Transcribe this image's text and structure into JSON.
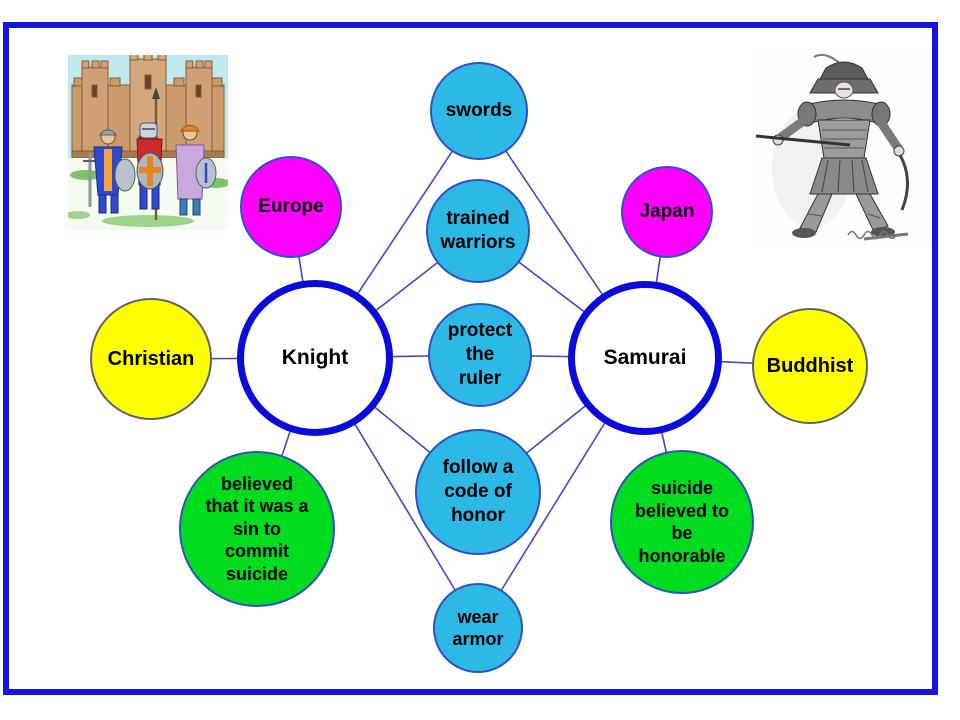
{
  "diagram": {
    "knight": {
      "label": "Knight",
      "origin": "Europe",
      "religion": "Christian",
      "belief": "believed that it was a sin to commit suicide"
    },
    "samurai": {
      "label": "Samurai",
      "origin": "Japan",
      "religion": "Buddhist",
      "belief": "suicide believed to be honorable"
    },
    "shared": [
      "swords",
      "trained warriors",
      "protect the ruler",
      "follow a code of honor",
      "wear armor"
    ]
  },
  "colors": {
    "page_border": "#1414e8",
    "main_circle_border": "#0b0bdc",
    "connector": "#4646cc",
    "shared_fill": "#2db9e6",
    "origin_fill": "#ff00ff",
    "religion_fill": "#ffff00",
    "belief_fill": "#00dc1e",
    "thin_border": "#3050c8",
    "yellow_border": "#606070",
    "text": "#000000"
  }
}
